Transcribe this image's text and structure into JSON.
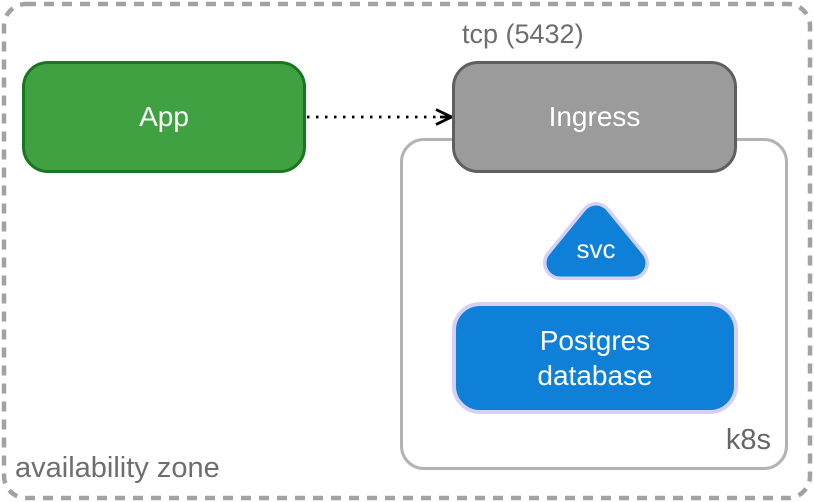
{
  "diagram": {
    "type": "kubernetes-architecture-diagram",
    "zone": {
      "label": "availability zone",
      "border_color": "#a2a2a2",
      "border_style": "dashed"
    },
    "nodes": {
      "app": {
        "label": "App",
        "fill": "#3fa142",
        "stroke": "#19771f",
        "text_color": "#ffffff"
      },
      "ingress": {
        "label": "Ingress",
        "port_annotation": "tcp (5432)",
        "fill": "#9b9b9b",
        "stroke": "#5f5f5f",
        "text_color": "#ffffff"
      },
      "k8s_cluster": {
        "label": "k8s",
        "fill": "#ffffff",
        "stroke": "#b3b3b3",
        "contains": [
          "svc",
          "postgres"
        ]
      },
      "svc": {
        "label": "svc",
        "shape": "rounded-triangle",
        "fill": "#0e80d7",
        "stroke": "#d5d1f6",
        "text_color": "#ffffff"
      },
      "postgres": {
        "label": "Postgres\ndatabase",
        "fill": "#0e80d7",
        "stroke": "#d5d1f6",
        "text_color": "#ffffff"
      }
    },
    "edges": [
      {
        "from": "app",
        "to": "ingress",
        "line_style": "dotted",
        "arrowhead": "open",
        "color": "#000000"
      }
    ]
  }
}
